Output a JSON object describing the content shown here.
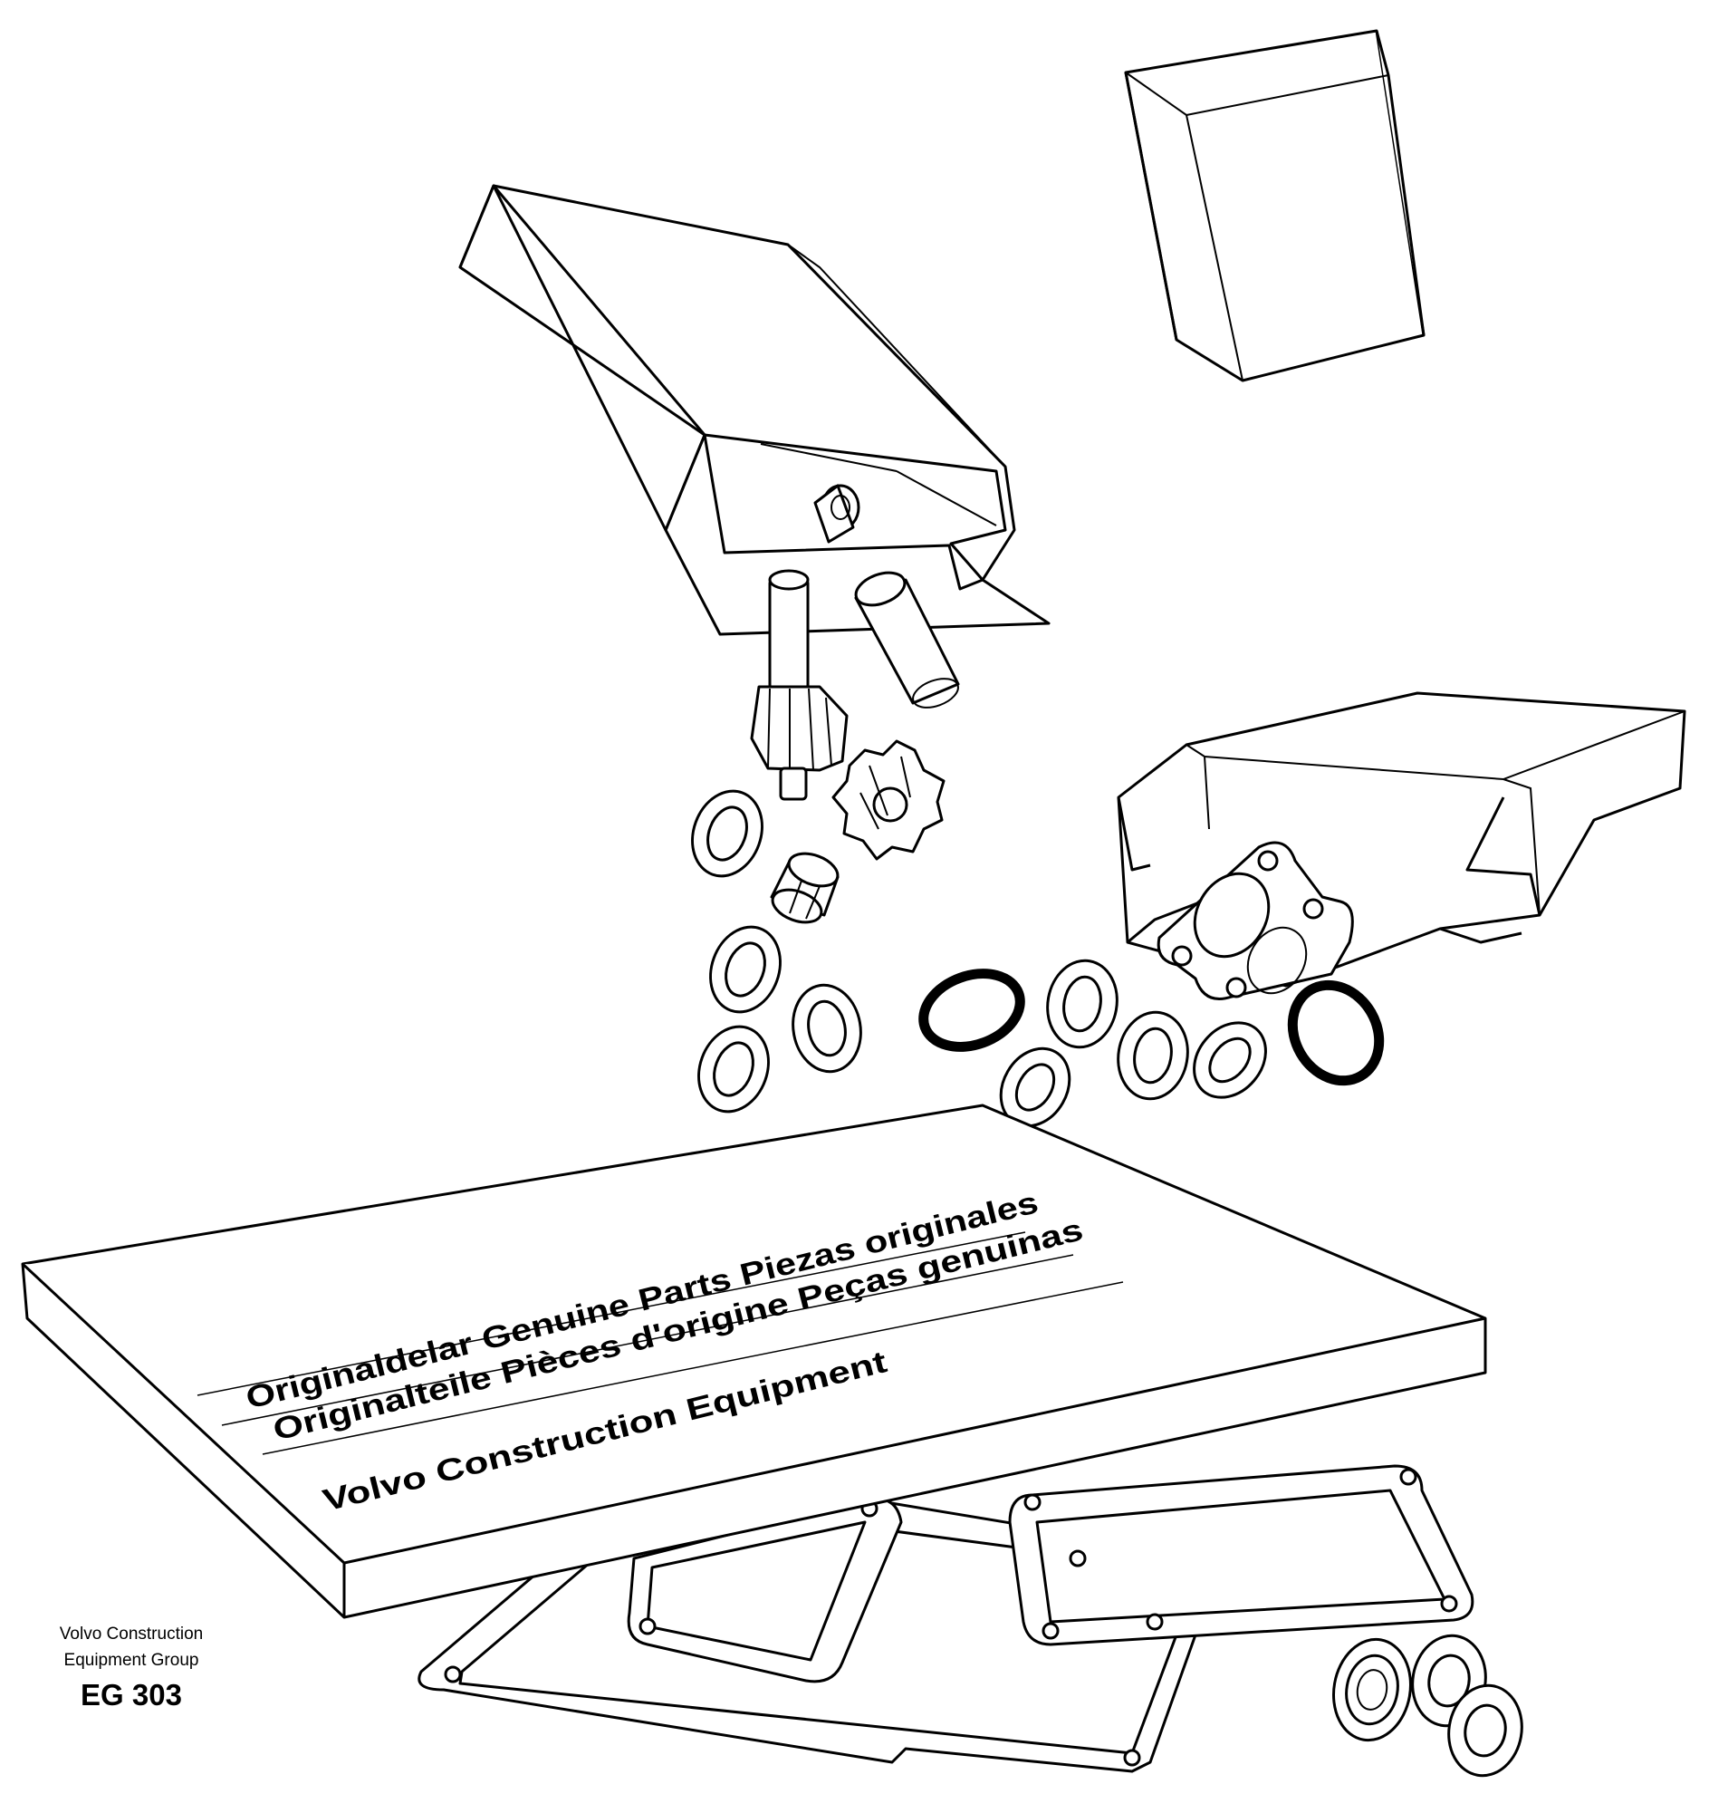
{
  "box_label": {
    "line1": "Originaldelar Genuine Parts Piezas originales",
    "line2": "Originalteile Pièces d'origine Peças genuinas",
    "line3": "Volvo Construction Equipment"
  },
  "caption": {
    "line1": "Volvo Construction",
    "line2": "Equipment Group",
    "code": "EG 303"
  }
}
